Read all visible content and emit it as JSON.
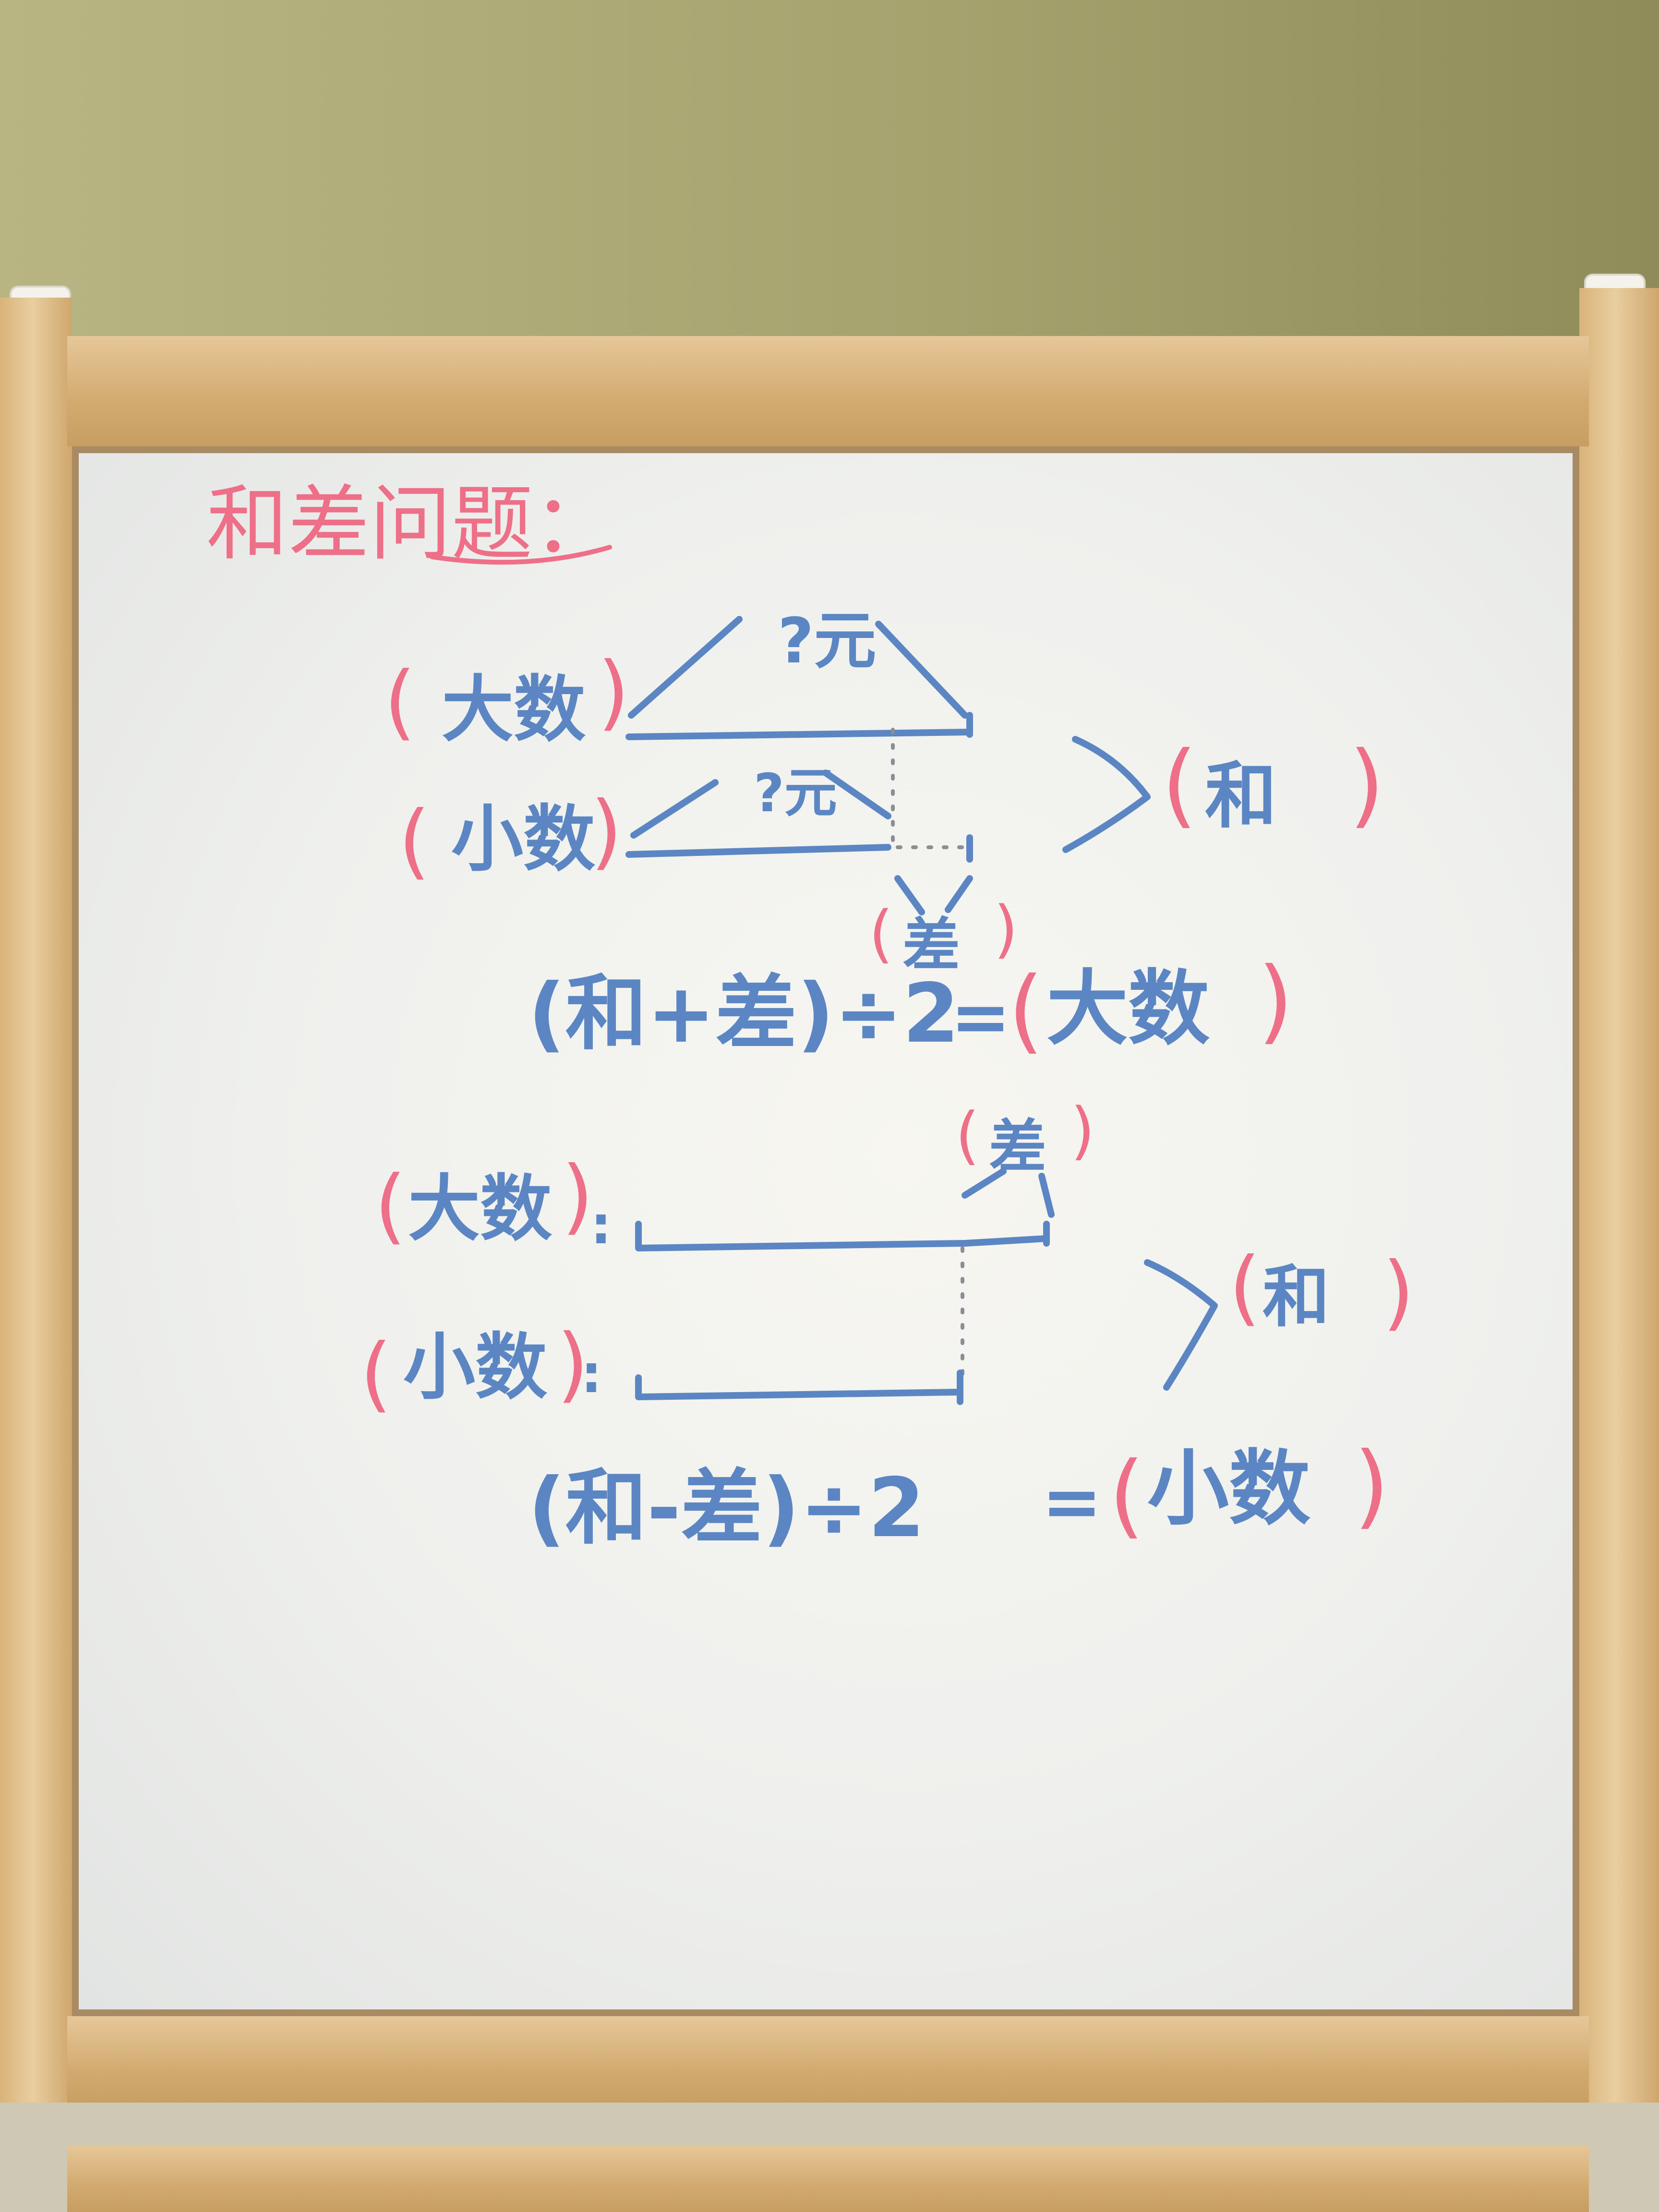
{
  "board": {
    "title": "和差问题：",
    "diagram1": {
      "q_big": "?元",
      "q_small": "?元",
      "label_big": "大数",
      "label_small": "小数",
      "sum": "和",
      "diff": "差",
      "formula_left": "(和+差)÷2",
      "formula_eq": "=",
      "formula_result": "大数"
    },
    "diagram2": {
      "label_big": "大数",
      "label_small": "小数",
      "sum": "和",
      "diff": "差",
      "colon": ":",
      "formula_left": "(和-差)÷2",
      "formula_eq": "=",
      "formula_result": "小数"
    }
  },
  "colors": {
    "blue_ink": "#5b86c3",
    "red_ink": "#ee6f88",
    "wood": "#d9b37a",
    "wall": "#a8a672"
  }
}
